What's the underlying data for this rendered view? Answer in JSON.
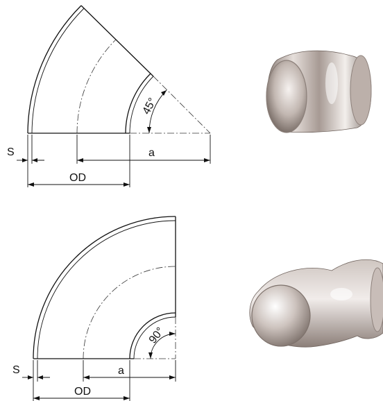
{
  "top_drawing": {
    "angle_label": "45°",
    "labels": {
      "s": "S",
      "a": "a",
      "od": "OD"
    }
  },
  "bottom_drawing": {
    "angle_label": "90°",
    "labels": {
      "s": "S",
      "a": "a",
      "od": "OD"
    }
  },
  "colors": {
    "line": "#111111",
    "metal_light": "#e9e4e0",
    "metal_mid": "#b7aaa3",
    "metal_dark": "#6e625c"
  },
  "icons": {
    "top_render": "pipe-elbow-45-render",
    "bottom_render": "pipe-elbow-90-render"
  }
}
